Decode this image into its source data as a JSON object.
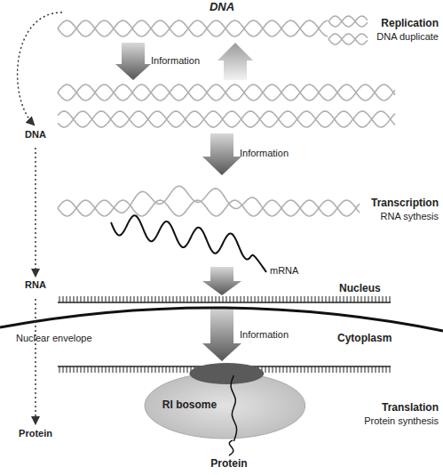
{
  "diagram": {
    "title": "DNA",
    "nodes": [
      {
        "text": [
          "RI bosome"
        ]
      }
    ],
    "labels": [
      "Replication",
      "DNA duplicate",
      "Information",
      "DNA",
      "Information",
      "Transcription",
      "RNA sythesis",
      "mRNA",
      "RNA",
      "Nucleus",
      "Nuclear envelope",
      "Cytoplasm",
      "Information",
      "Translation",
      "Protein synthesis",
      "Protein",
      "Protein"
    ]
  }
}
